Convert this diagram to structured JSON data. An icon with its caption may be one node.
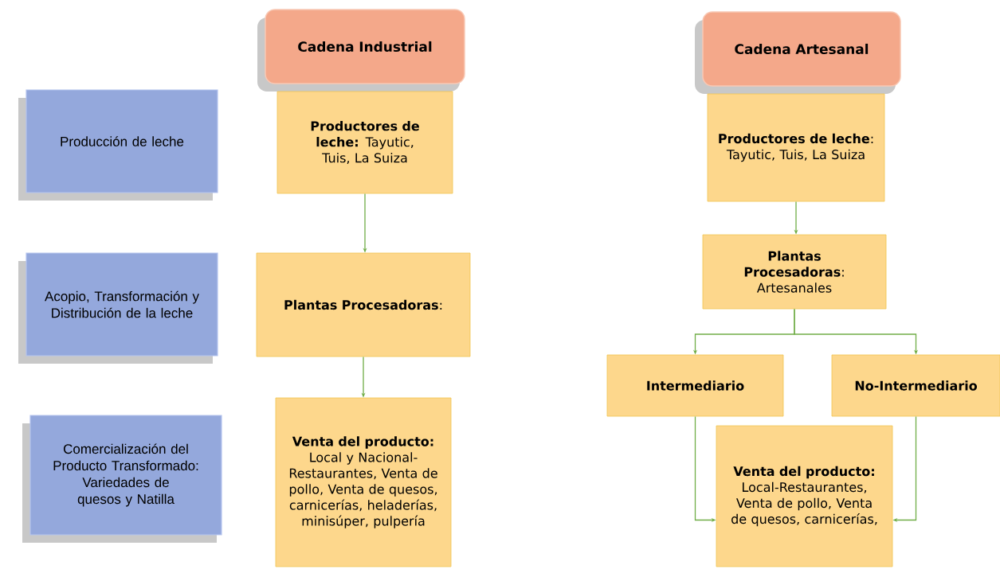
{
  "diagram": {
    "nodes": [
      {
        "text": [
          "Producción de leche"
        ]
      },
      {
        "text": [
          "Acopio, Transformación y Distribución de la leche"
        ]
      },
      {
        "text": [
          "Comercialización del Producto Transformado: Variedades de quesos y Natilla"
        ]
      },
      {
        "text": [
          "Cadena Industrial"
        ]
      },
      {
        "text": [
          "**Productores de leche:** Tayutic, Tuis, La Suiza"
        ]
      },
      {
        "text": [
          "**Plantas Procesadoras**:"
        ]
      },
      {
        "text": [
          "**Venta del producto:** Local y Nacional-Restaurantes, Venta de pollo, Venta de quesos, carnicerías, heladerías, minisúper, pulpería"
        ]
      },
      {
        "text": [
          "Cadena Artesanal"
        ]
      },
      {
        "text": [
          "**Productores de leche**: Tayutic, Tuis, La Suiza"
        ]
      },
      {
        "text": [
          "**Plantas Procesadoras**: Artesanales"
        ]
      },
      {
        "text": [
          "Intermediario"
        ]
      },
      {
        "text": [
          "No-Intermediario"
        ]
      },
      {
        "text": [
          "**Venta del producto:** Local-Restaurantes, Venta de pollo, Venta de quesos, carnicerías,"
        ]
      }
    ],
    "edges": [
      {
        "from": 4,
        "to": 5,
        "arrow": "to"
      },
      {
        "from": 5,
        "to": 6,
        "arrow": "to"
      },
      {
        "from": 8,
        "to": 9,
        "arrow": "to"
      },
      {
        "from": 9,
        "to": 10,
        "arrow": "to"
      },
      {
        "from": 9,
        "to": 11,
        "arrow": "to"
      },
      {
        "from": 10,
        "to": 12,
        "arrow": "to"
      },
      {
        "from": 11,
        "to": 12,
        "arrow": "to"
      }
    ]
  }
}
